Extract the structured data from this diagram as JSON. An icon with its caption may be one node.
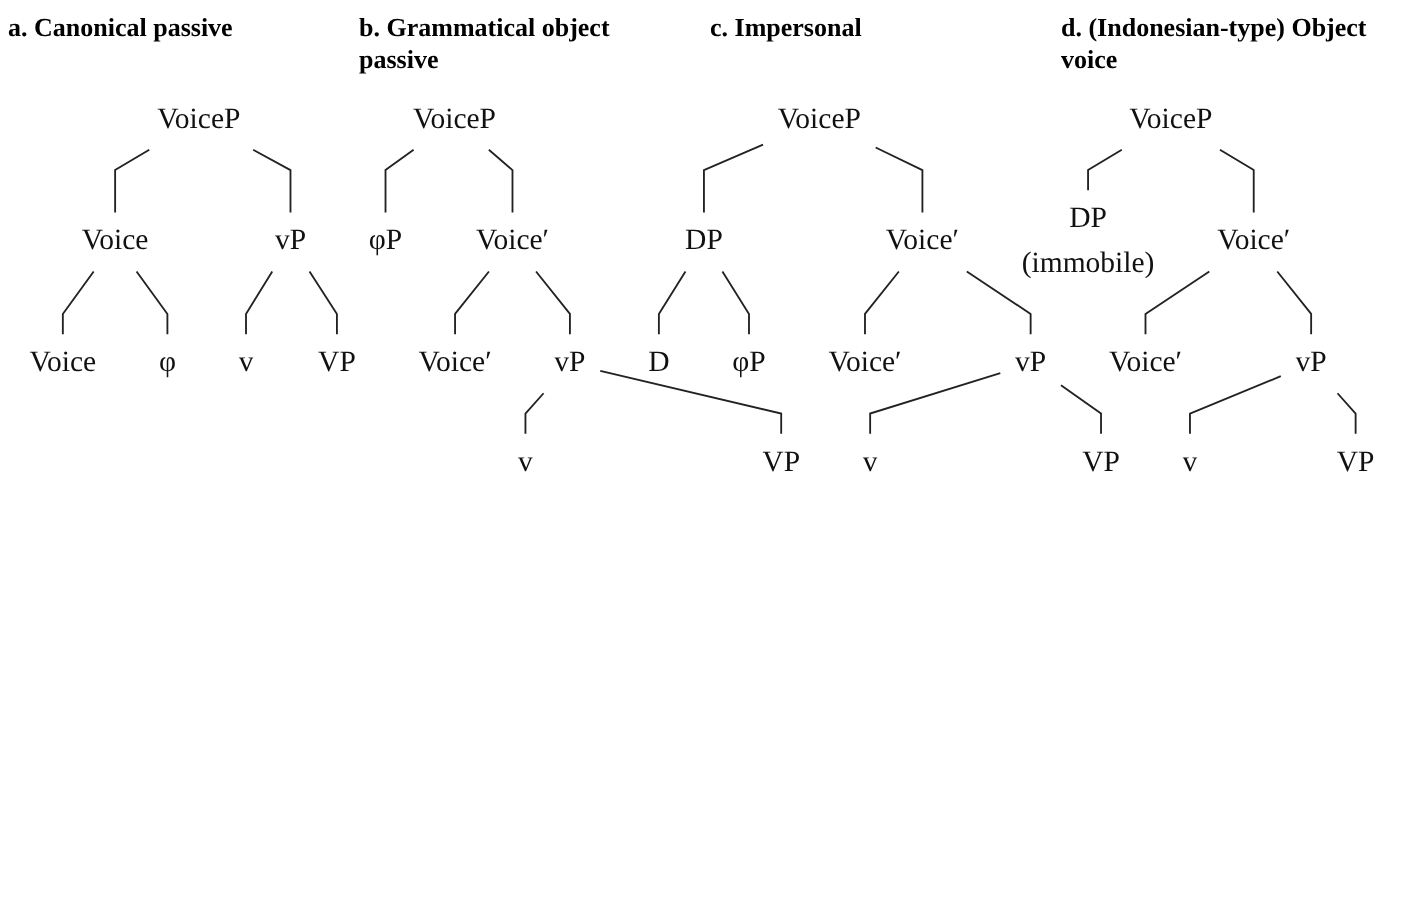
{
  "diagram": {
    "nodes": [
      {
        "text": [
          "VoiceP"
        ]
      },
      {
        "text": [
          "Voice"
        ]
      },
      {
        "text": [
          "vP"
        ]
      },
      {
        "text": [
          "Voice"
        ]
      },
      {
        "text": [
          "φ"
        ]
      },
      {
        "text": [
          "v"
        ]
      },
      {
        "text": [
          "VP"
        ]
      },
      {
        "text": [
          "VoiceP"
        ]
      },
      {
        "text": [
          "φP"
        ]
      },
      {
        "text": [
          "Voice′"
        ]
      },
      {
        "text": [
          "Voice′"
        ]
      },
      {
        "text": [
          "vP"
        ]
      },
      {
        "text": [
          "v"
        ]
      },
      {
        "text": [
          "VP"
        ]
      },
      {
        "text": [
          "VoiceP"
        ]
      },
      {
        "text": [
          "DP"
        ]
      },
      {
        "text": [
          "Voice′"
        ]
      },
      {
        "text": [
          "D"
        ]
      },
      {
        "text": [
          "φP"
        ]
      },
      {
        "text": [
          "Voice′"
        ]
      },
      {
        "text": [
          "vP"
        ]
      },
      {
        "text": [
          "v"
        ]
      },
      {
        "text": [
          "VP"
        ]
      },
      {
        "text": [
          "VoiceP"
        ]
      },
      {
        "text": [
          "DP",
          "(immobile)"
        ]
      },
      {
        "text": [
          "Voice′"
        ]
      },
      {
        "text": [
          "Voice′"
        ]
      },
      {
        "text": [
          "vP"
        ]
      },
      {
        "text": [
          "v"
        ]
      },
      {
        "text": [
          "VP"
        ]
      }
    ],
    "edges": [
      {
        "from": 0,
        "to": 1,
        "arrow": "none"
      },
      {
        "from": 0,
        "to": 2,
        "arrow": "none"
      },
      {
        "from": 1,
        "to": 3,
        "arrow": "none"
      },
      {
        "from": 1,
        "to": 4,
        "arrow": "none"
      },
      {
        "from": 2,
        "to": 5,
        "arrow": "none"
      },
      {
        "from": 2,
        "to": 6,
        "arrow": "none"
      },
      {
        "from": 7,
        "to": 8,
        "arrow": "none"
      },
      {
        "from": 7,
        "to": 9,
        "arrow": "none"
      },
      {
        "from": 9,
        "to": 10,
        "arrow": "none"
      },
      {
        "from": 9,
        "to": 11,
        "arrow": "none"
      },
      {
        "from": 11,
        "to": 12,
        "arrow": "none"
      },
      {
        "from": 11,
        "to": 13,
        "arrow": "none"
      },
      {
        "from": 14,
        "to": 15,
        "arrow": "none"
      },
      {
        "from": 14,
        "to": 16,
        "arrow": "none"
      },
      {
        "from": 15,
        "to": 17,
        "arrow": "none"
      },
      {
        "from": 15,
        "to": 18,
        "arrow": "none"
      },
      {
        "from": 16,
        "to": 19,
        "arrow": "none"
      },
      {
        "from": 16,
        "to": 20,
        "arrow": "none"
      },
      {
        "from": 20,
        "to": 21,
        "arrow": "none"
      },
      {
        "from": 20,
        "to": 22,
        "arrow": "none"
      },
      {
        "from": 23,
        "to": 24,
        "arrow": "none"
      },
      {
        "from": 23,
        "to": 25,
        "arrow": "none"
      },
      {
        "from": 25,
        "to": 26,
        "arrow": "none"
      },
      {
        "from": 25,
        "to": 27,
        "arrow": "none"
      },
      {
        "from": 27,
        "to": 28,
        "arrow": "none"
      },
      {
        "from": 27,
        "to": 29,
        "arrow": "none"
      }
    ],
    "labels": [
      "a. Canonical passive",
      "b. Grammatical object passive",
      "c. Impersonal",
      "d. (Indonesian-type) Object voice"
    ]
  }
}
